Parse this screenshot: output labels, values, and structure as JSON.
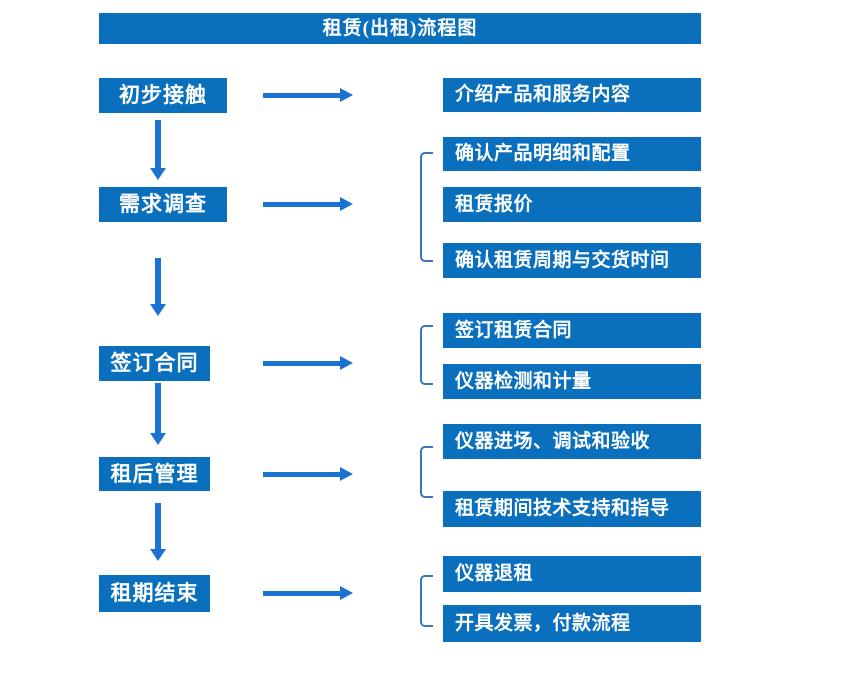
{
  "title": "租赁(出租)流程图",
  "colors": {
    "box_fill": "#0a70bd",
    "box_text": "#ffffff",
    "arrow": "#1a73d1",
    "bracket": "#3c74c0"
  },
  "steps": [
    {
      "label": "初步接触",
      "details": [
        "介绍产品和服务内容"
      ]
    },
    {
      "label": "需求调查",
      "details": [
        "确认产品明细和配置",
        "租赁报价",
        "确认租赁周期与交货时间"
      ]
    },
    {
      "label": "签订合同",
      "details": [
        "签订租赁合同",
        "仪器检测和计量"
      ]
    },
    {
      "label": "租后管理",
      "details": [
        "仪器进场、调试和验收",
        "租赁期间技术支持和指导"
      ]
    },
    {
      "label": "租期结束",
      "details": [
        "仪器退租",
        "开具发票，付款流程"
      ]
    }
  ]
}
